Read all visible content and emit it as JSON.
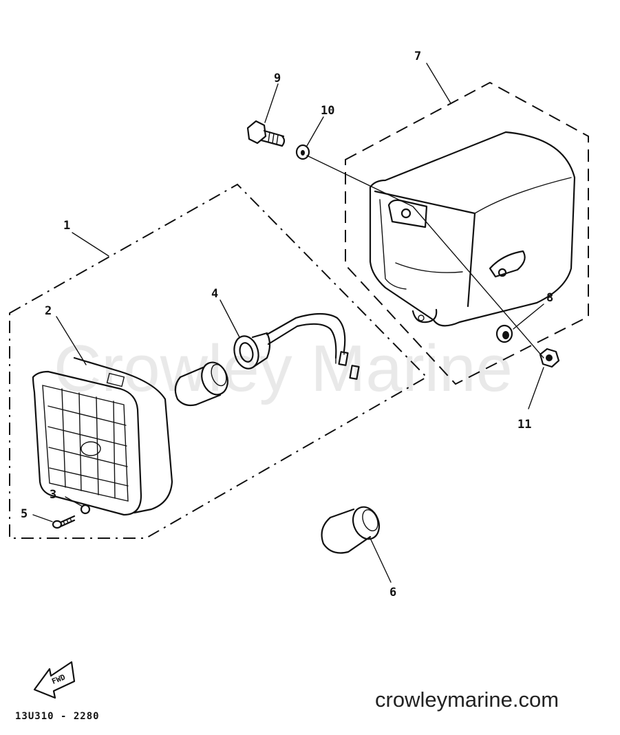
{
  "watermark": "Crowley Marine",
  "footer": {
    "website": "crowleymarine.com",
    "part_number": "13U310 - 2280",
    "fwd_label": "FWD"
  },
  "callouts": [
    {
      "id": "1",
      "label": "1"
    },
    {
      "id": "2",
      "label": "2"
    },
    {
      "id": "3",
      "label": "3"
    },
    {
      "id": "4",
      "label": "4"
    },
    {
      "id": "5",
      "label": "5"
    },
    {
      "id": "6",
      "label": "6"
    },
    {
      "id": "7",
      "label": "7"
    },
    {
      "id": "8",
      "label": "8"
    },
    {
      "id": "9",
      "label": "9"
    },
    {
      "id": "10",
      "label": "10"
    },
    {
      "id": "11",
      "label": "11"
    }
  ]
}
